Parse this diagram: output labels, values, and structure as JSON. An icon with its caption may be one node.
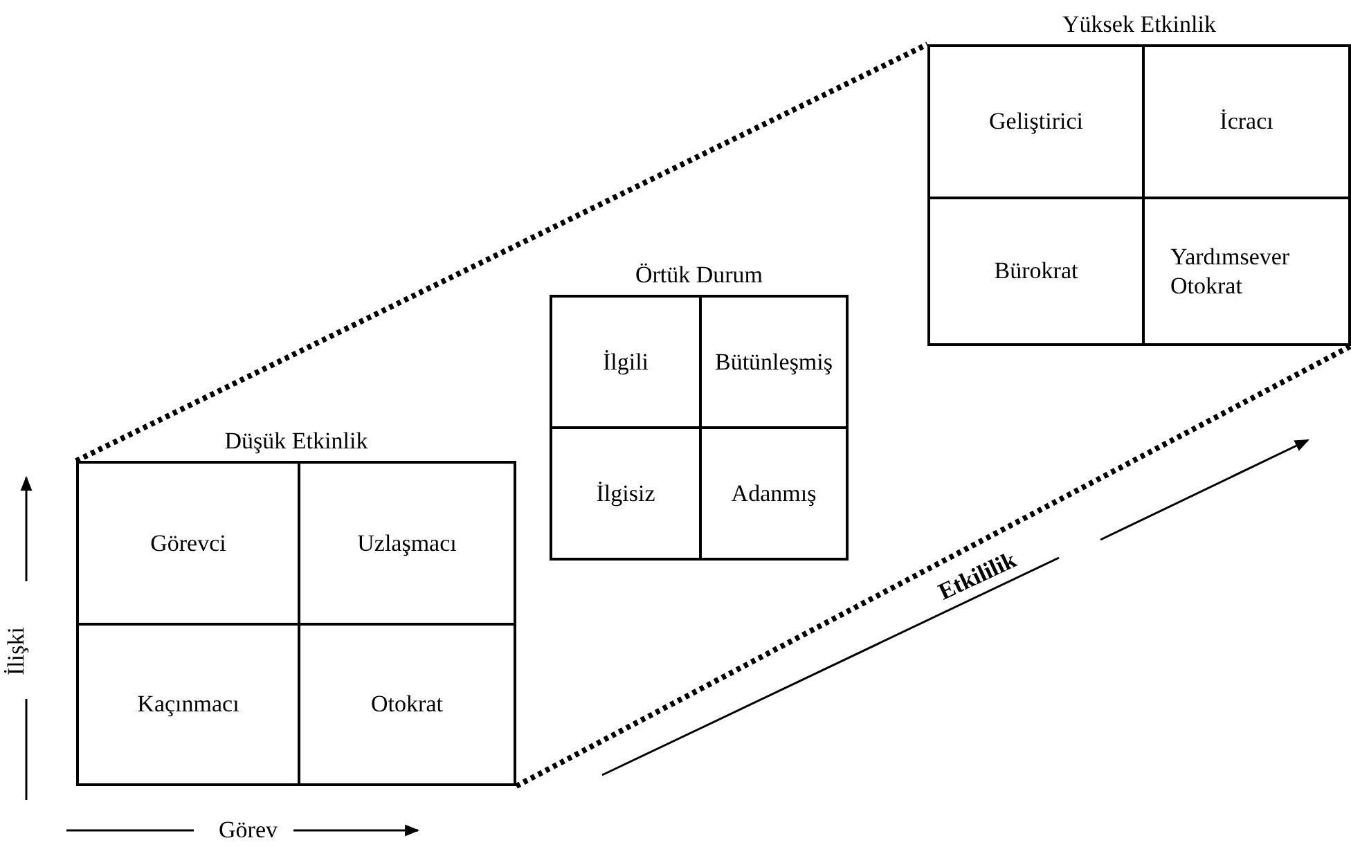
{
  "diagram": {
    "nodes": [
      {
        "text": [
          "Yüksek Etkinlik"
        ]
      },
      {
        "text": [
          "Geliştirici"
        ],
        "in": 0
      },
      {
        "text": [
          "İcracı"
        ],
        "in": 0
      },
      {
        "text": [
          "Bürokrat"
        ],
        "in": 0
      },
      {
        "text": [
          "Yardımsever Otokrat"
        ],
        "in": 0
      },
      {
        "text": [
          "Örtük Durum"
        ]
      },
      {
        "text": [
          "İlgili"
        ],
        "in": 5
      },
      {
        "text": [
          "Bütünleşmiş"
        ],
        "in": 5
      },
      {
        "text": [
          "İlgisiz"
        ],
        "in": 5
      },
      {
        "text": [
          "Adanmış"
        ],
        "in": 5
      },
      {
        "text": [
          "Düşük Etkinlik"
        ]
      },
      {
        "text": [
          "Görevci"
        ],
        "in": 10
      },
      {
        "text": [
          "Uzlaşmacı"
        ],
        "in": 10
      },
      {
        "text": [
          "Kaçınmacı"
        ],
        "in": 10
      },
      {
        "text": [
          "Otokrat"
        ],
        "in": 10
      }
    ],
    "edges": [
      {
        "from": 10,
        "to": 0,
        "arrow": "none",
        "style": "dashed"
      },
      {
        "from": 10,
        "to": 0,
        "arrow": "none",
        "style": "dashed"
      }
    ],
    "labels": [
      "Etkililik",
      "İlişki",
      "Görev"
    ]
  }
}
